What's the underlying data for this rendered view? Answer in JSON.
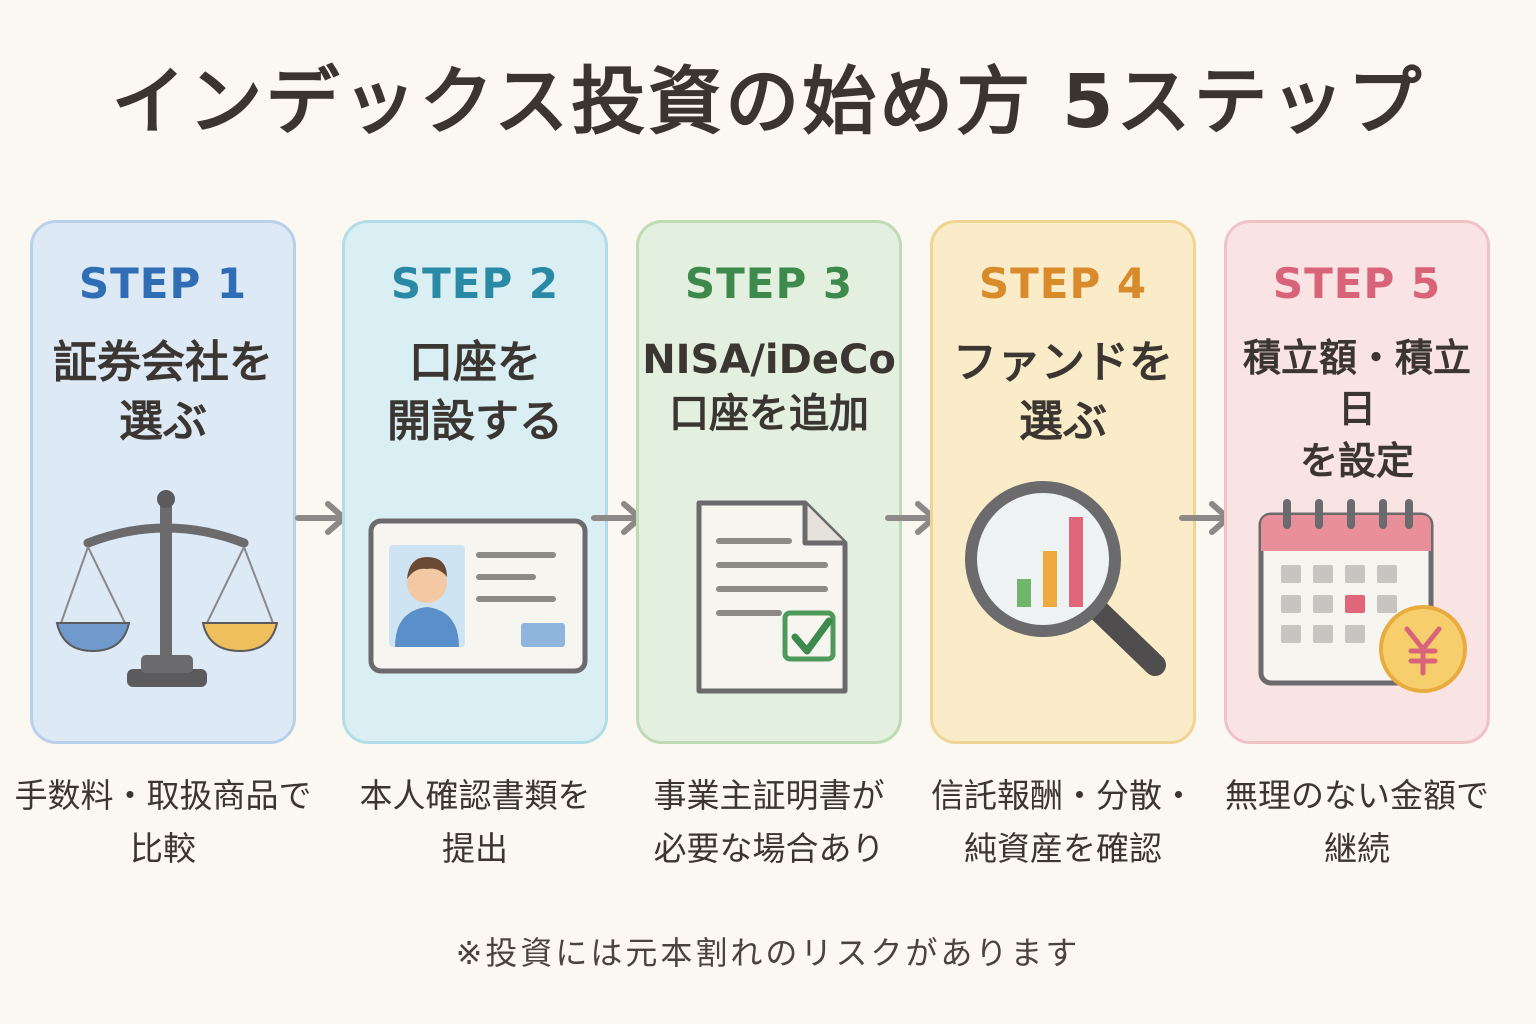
{
  "title": "インデックス投資の始め方 5ステップ",
  "steps": [
    {
      "label": "STEP 1",
      "title_line1": "証券会社を",
      "title_line2": "選ぶ",
      "desc_line1": "手数料・取扱商品で",
      "desc_line2": "比較",
      "icon": "scale-icon",
      "color": "#2f6db5"
    },
    {
      "label": "STEP 2",
      "title_line1": "口座を",
      "title_line2": "開設する",
      "desc_line1": "本人確認書類を",
      "desc_line2": "提出",
      "icon": "id-card-icon",
      "color": "#2a8aa6"
    },
    {
      "label": "STEP 3",
      "title_line1": "NISA/iDeCo",
      "title_line2": "口座を追加",
      "desc_line1": "事業主証明書が",
      "desc_line2": "必要な場合あり",
      "icon": "document-check-icon",
      "color": "#3d8a4c"
    },
    {
      "label": "STEP 4",
      "title_line1": "ファンドを",
      "title_line2": "選ぶ",
      "desc_line1": "信託報酬・分散・",
      "desc_line2": "純資産を確認",
      "icon": "magnifier-chart-icon",
      "color": "#d98a2a"
    },
    {
      "label": "STEP 5",
      "title_line1": "積立額・積立日",
      "title_line2": "を設定",
      "desc_line1": "無理のない金額で",
      "desc_line2": "継続",
      "icon": "calendar-yen-icon",
      "color": "#d9647a"
    }
  ],
  "note": "※投資には元本割れのリスクがあります"
}
